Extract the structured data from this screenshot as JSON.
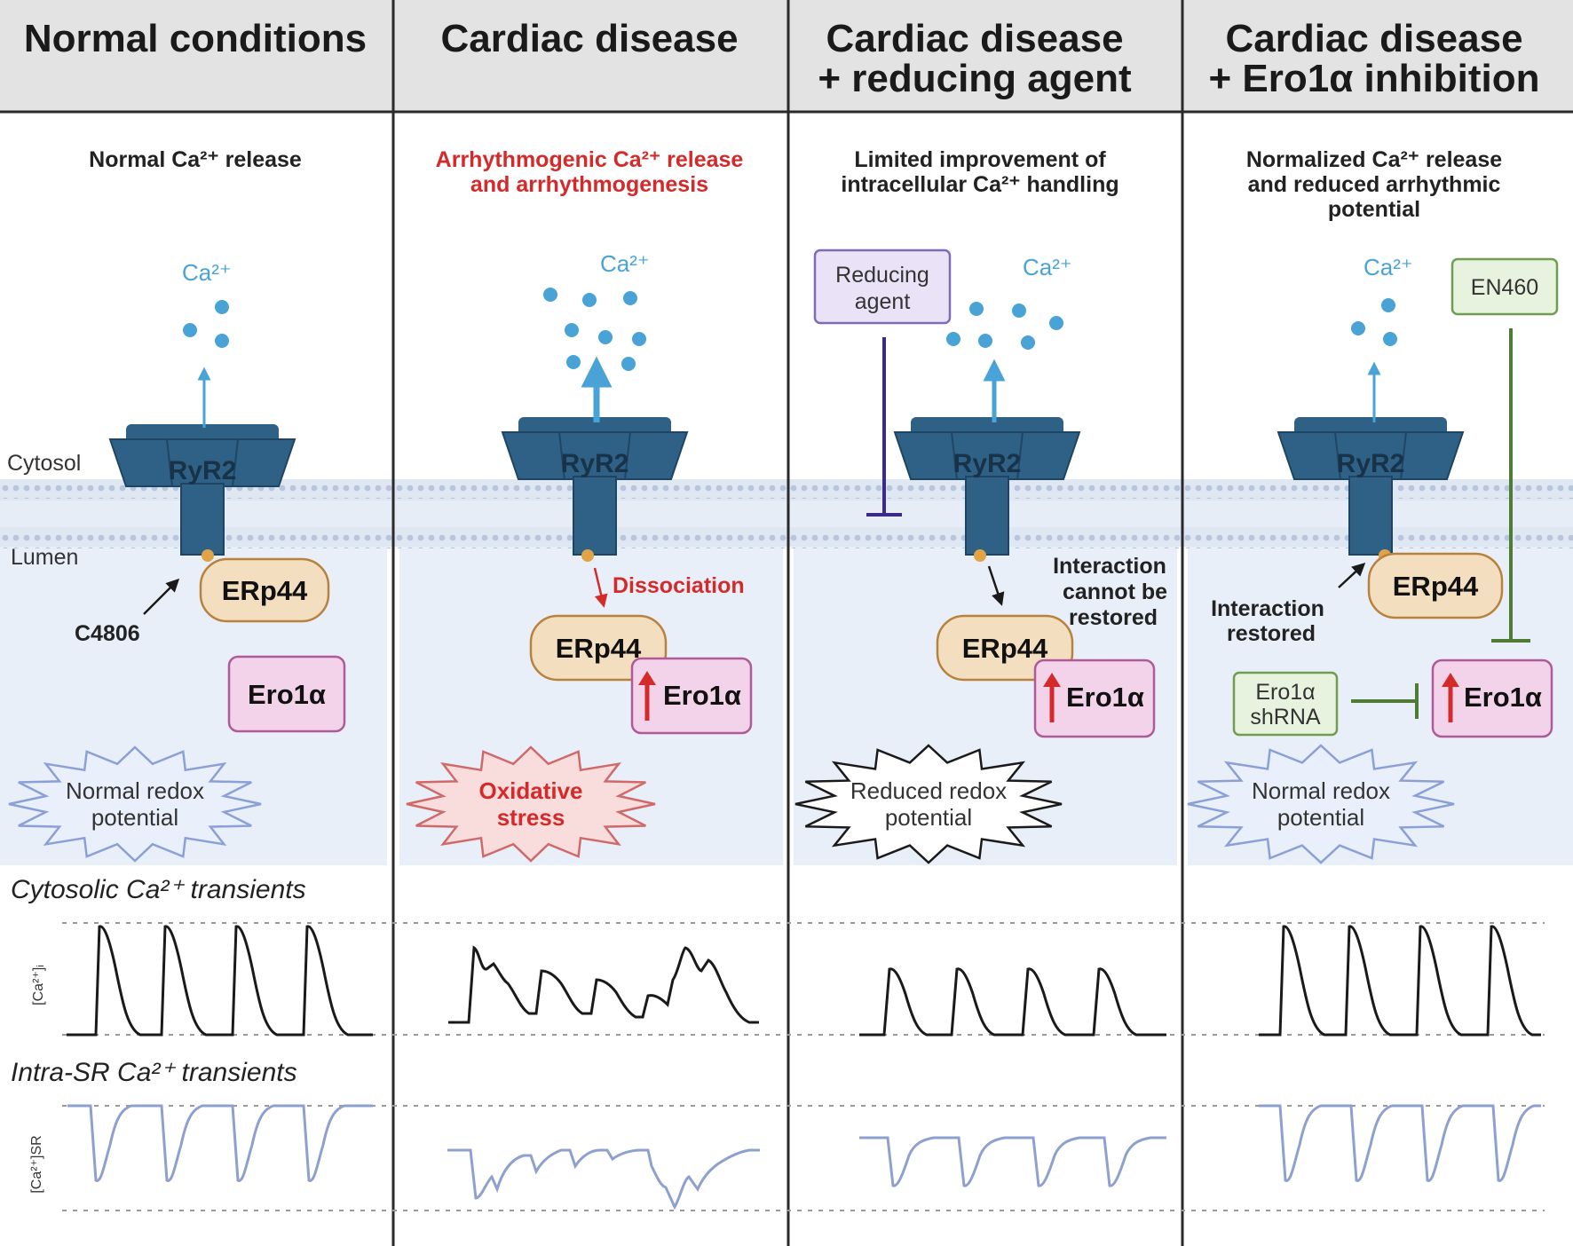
{
  "panels": [
    {
      "title": [
        "Normal conditions"
      ],
      "subtitle": [
        "Normal Ca²⁺ release"
      ],
      "subtitle_red": false,
      "ca_label": "Ca²⁺",
      "ryr_label": "RyR2",
      "erp44": "ERp44",
      "ero1a": "Ero1α",
      "redox": [
        "Normal  redox",
        "potential"
      ],
      "annotations": [
        "C4806"
      ]
    },
    {
      "title": [
        "Cardiac disease"
      ],
      "subtitle": [
        "Arrhythmogenic Ca²⁺ release",
        "and arrhythmogenesis"
      ],
      "subtitle_red": true,
      "ca_label": "Ca²⁺",
      "ryr_label": "RyR2",
      "erp44": "ERp44",
      "ero1a": "Ero1α",
      "redox": [
        "Oxidative",
        "stress"
      ],
      "annotations": [
        "Dissociation"
      ]
    },
    {
      "title": [
        "Cardiac disease",
        "+ reducing agent"
      ],
      "subtitle": [
        "Limited improvement of",
        "intracellular Ca²⁺ handling"
      ],
      "subtitle_red": false,
      "ca_label": "Ca²⁺",
      "ryr_label": "RyR2",
      "erp44": "ERp44",
      "ero1a": "Ero1α",
      "redox": [
        "Reduced redox",
        "potential"
      ],
      "annotations": [
        "Interaction",
        "cannot be",
        "restored"
      ],
      "agent_box": [
        "Reducing",
        "agent"
      ]
    },
    {
      "title": [
        "Cardiac disease",
        "+ Ero1α inhibition"
      ],
      "subtitle": [
        "Normalized Ca²⁺ release",
        "and reduced arrhythmic",
        "potential"
      ],
      "subtitle_red": false,
      "ca_label": "Ca²⁺",
      "ryr_label": "RyR2",
      "erp44": "ERp44",
      "ero1a": "Ero1α",
      "redox": [
        "Normal  redox",
        "potential"
      ],
      "annotations": [
        "Interaction",
        "restored"
      ],
      "agent_box": [
        "EN460"
      ],
      "shrna_box": [
        "Ero1α",
        "shRNA"
      ]
    }
  ],
  "side_labels": {
    "cytosol": "Cytosol",
    "lumen": "Lumen"
  },
  "transients": {
    "cytosolic_title": "Cytosolic Ca²⁺ transients",
    "cytosolic_ylabel": "[Ca²⁺]ᵢ",
    "intra_sr_title": "Intra-SR Ca²⁺ transients",
    "intra_sr_ylabel": "[Ca²⁺]SR"
  },
  "colors": {
    "header_bg": "#e3e3e3",
    "lumen_bg": "#e8eff9",
    "ryr": "#2f6187",
    "erp44_fill": "#f3dfbf",
    "ero1a_fill": "#f3d3ea",
    "ca": "#4aa3d6",
    "red": "#d42a2a",
    "sr_trace": "#8ea0cf",
    "inhibit_purple": "#3b2a8a",
    "inhibit_green": "#4f7b35"
  }
}
